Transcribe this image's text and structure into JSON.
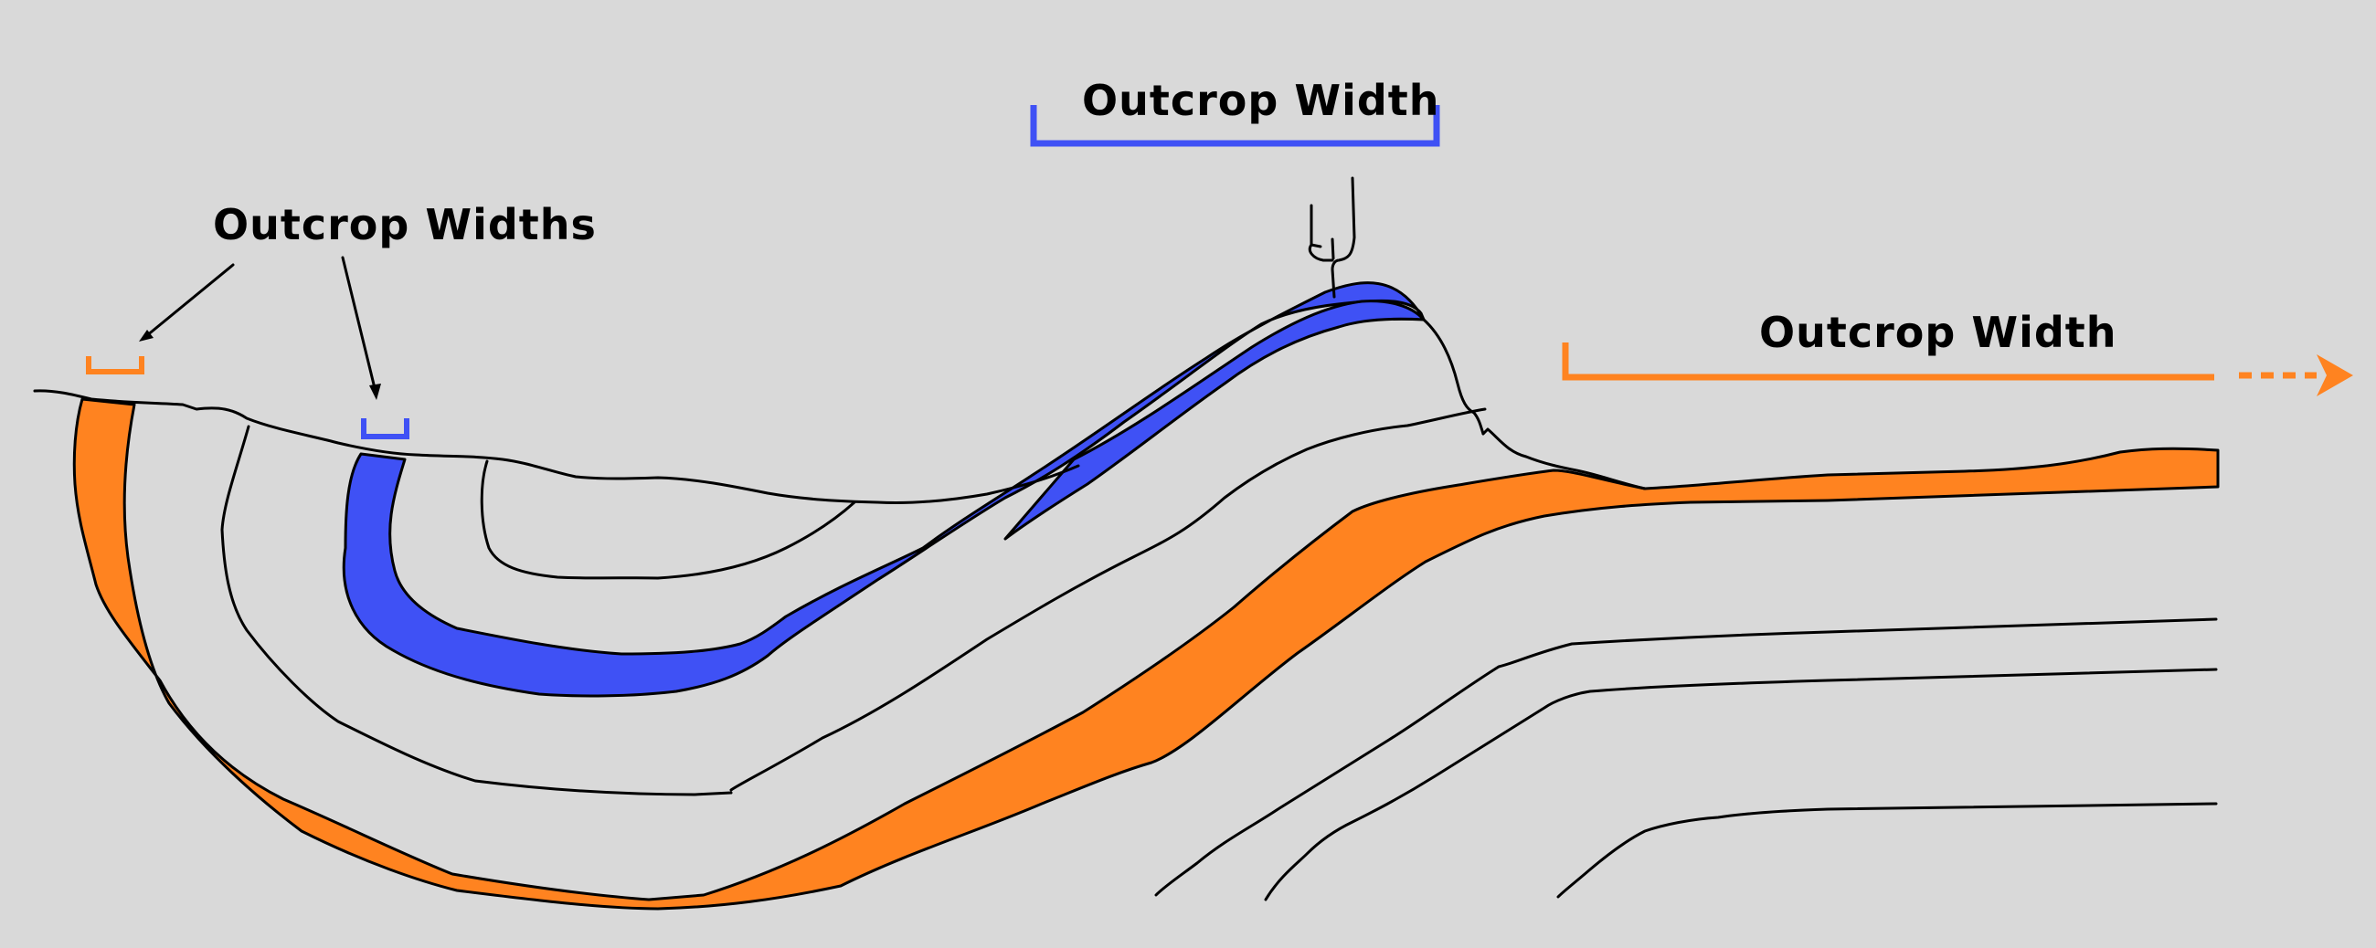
{
  "labels": {
    "outcrop_widths": "Outcrop Widths",
    "outcrop_width_blue": "Outcrop Width",
    "outcrop_width_orange": "Outcrop Width"
  },
  "colors": {
    "background": "#d9d9d9",
    "blue_layer": "#3f51f5",
    "orange_layer": "#ff8320",
    "line": "#000000"
  }
}
